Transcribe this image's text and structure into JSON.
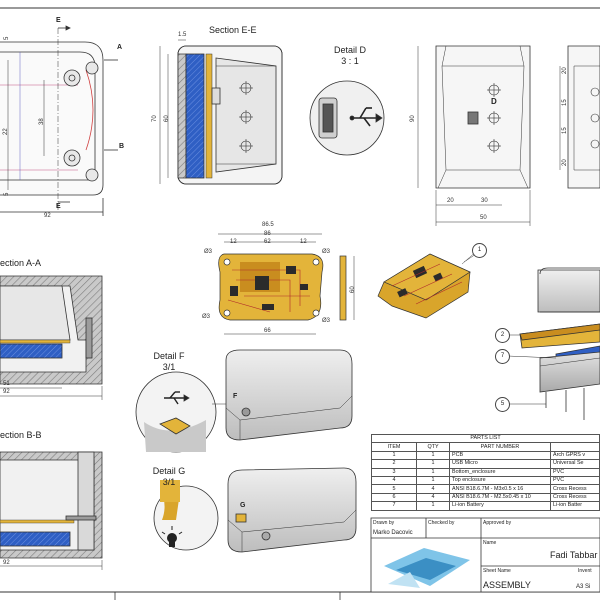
{
  "views": {
    "section_ee": "Section E-E",
    "detail_d": "Detail D",
    "detail_d_scale": "3 : 1",
    "section_aa": "ection A-A",
    "section_bb": "ection B-B",
    "detail_f": "Detail F",
    "detail_f_scale": "3/1",
    "detail_g": "Detail G",
    "detail_g_scale": "3/1"
  },
  "markers": {
    "e_top": "E",
    "e_bottom": "E",
    "a": "A",
    "b": "B",
    "d": "D",
    "f": "F",
    "g": "G"
  },
  "dimensions": {
    "top_view_width": "92",
    "top_view_5": "5",
    "top_view_38": "38",
    "top_view_22": "22",
    "top_view_5b": "5",
    "sec_ee_15": "1.5",
    "sec_ee_70": "70",
    "sec_ee_60": "60",
    "side_90": "90",
    "side_20a": "20",
    "side_30": "30",
    "side_50": "50",
    "right_20a": "20",
    "right_15a": "15",
    "right_15b": "15",
    "right_20b": "20",
    "pcb_865": "86.5",
    "pcb_86": "86",
    "pcb_12a": "12",
    "pcb_62": "62",
    "pcb_12b": "12",
    "pcb_d3a": "Ø3",
    "pcb_d3b": "Ø3",
    "pcb_d3c": "Ø3",
    "pcb_d3d": "Ø3",
    "pcb_66": "66",
    "pcb_60": "60",
    "sec_aa_51": "51",
    "sec_aa_92": "92",
    "sec_bb_92": "92"
  },
  "balloons": [
    "1",
    "2",
    "7",
    "5"
  ],
  "parts_list": {
    "title": "PARTS LIST",
    "headers": [
      "ITEM",
      "QTY",
      "PART NUMBER",
      ""
    ],
    "rows": [
      [
        "1",
        "1",
        "PCB",
        "Arch GPRS v"
      ],
      [
        "2",
        "1",
        "USB Micro",
        "Universal Se"
      ],
      [
        "3",
        "1",
        "Bottom_enclosure",
        "PVC"
      ],
      [
        "4",
        "1",
        "Top enclosure",
        "PVC"
      ],
      [
        "5",
        "4",
        "ANSI B18.6.7M - M3x0.5 x 16",
        "Cross Recess"
      ],
      [
        "6",
        "4",
        "ANSI B18.6.7M - M2.5x0.45 x 10",
        "Cross Recess"
      ],
      [
        "7",
        "1",
        "Li-ion Battery",
        "Li-ion Batter"
      ]
    ]
  },
  "title_block": {
    "drawn_by_label": "Drawn by",
    "drawn_by": "Marko Dacovic",
    "checked_by_label": "Checked by",
    "approved_by_label": "Approved by",
    "name_label": "Name",
    "name": "Fadi Tabbar",
    "sheet_name_label": "Sheet Name",
    "sheet_name": "ASSEMBLY",
    "inventor": "Invent",
    "size": "A3 Si"
  },
  "colors": {
    "line": "#333333",
    "battery_blue": "#2f5fc4",
    "pcb_gold": "#e3b43a",
    "enclosure_gray": "#d4d4d4",
    "hatch_gray": "#9a9a9a"
  }
}
